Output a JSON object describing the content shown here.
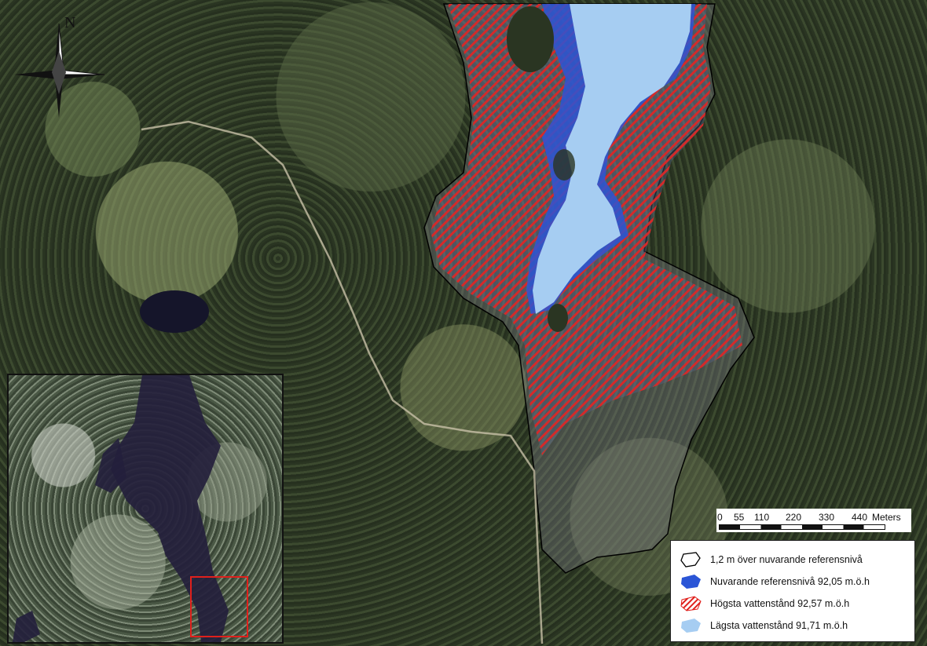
{
  "map": {
    "north_arrow": {
      "label": "N",
      "icon": "north-arrow-icon"
    },
    "scale_bar": {
      "ticks": [
        "0",
        "55",
        "110",
        "220",
        "330",
        "440"
      ],
      "unit": "Meters"
    },
    "legend": {
      "items": [
        {
          "label": "1,2 m över nuvarande referensnivå",
          "icon": "outline-polygon-icon",
          "color": "#000000"
        },
        {
          "label": "Nuvarande referensnivå 92,05 m.ö.h",
          "icon": "blue-fill-polygon-icon",
          "color": "#2b55d6"
        },
        {
          "label": "Högsta vattenstånd 92,57 m.ö.h",
          "icon": "red-hatch-polygon-icon",
          "color": "#e0201c"
        },
        {
          "label": "Lägsta vattenstånd 91,71 m.ö.h",
          "icon": "light-blue-polygon-icon",
          "color": "#a6cdf2"
        }
      ]
    },
    "inset": {
      "highlight_color": "#e0201c"
    },
    "colors": {
      "lake_low": "#a6cdf2",
      "reference": "#2b55d6",
      "high_hatch": "#e0201c"
    }
  }
}
